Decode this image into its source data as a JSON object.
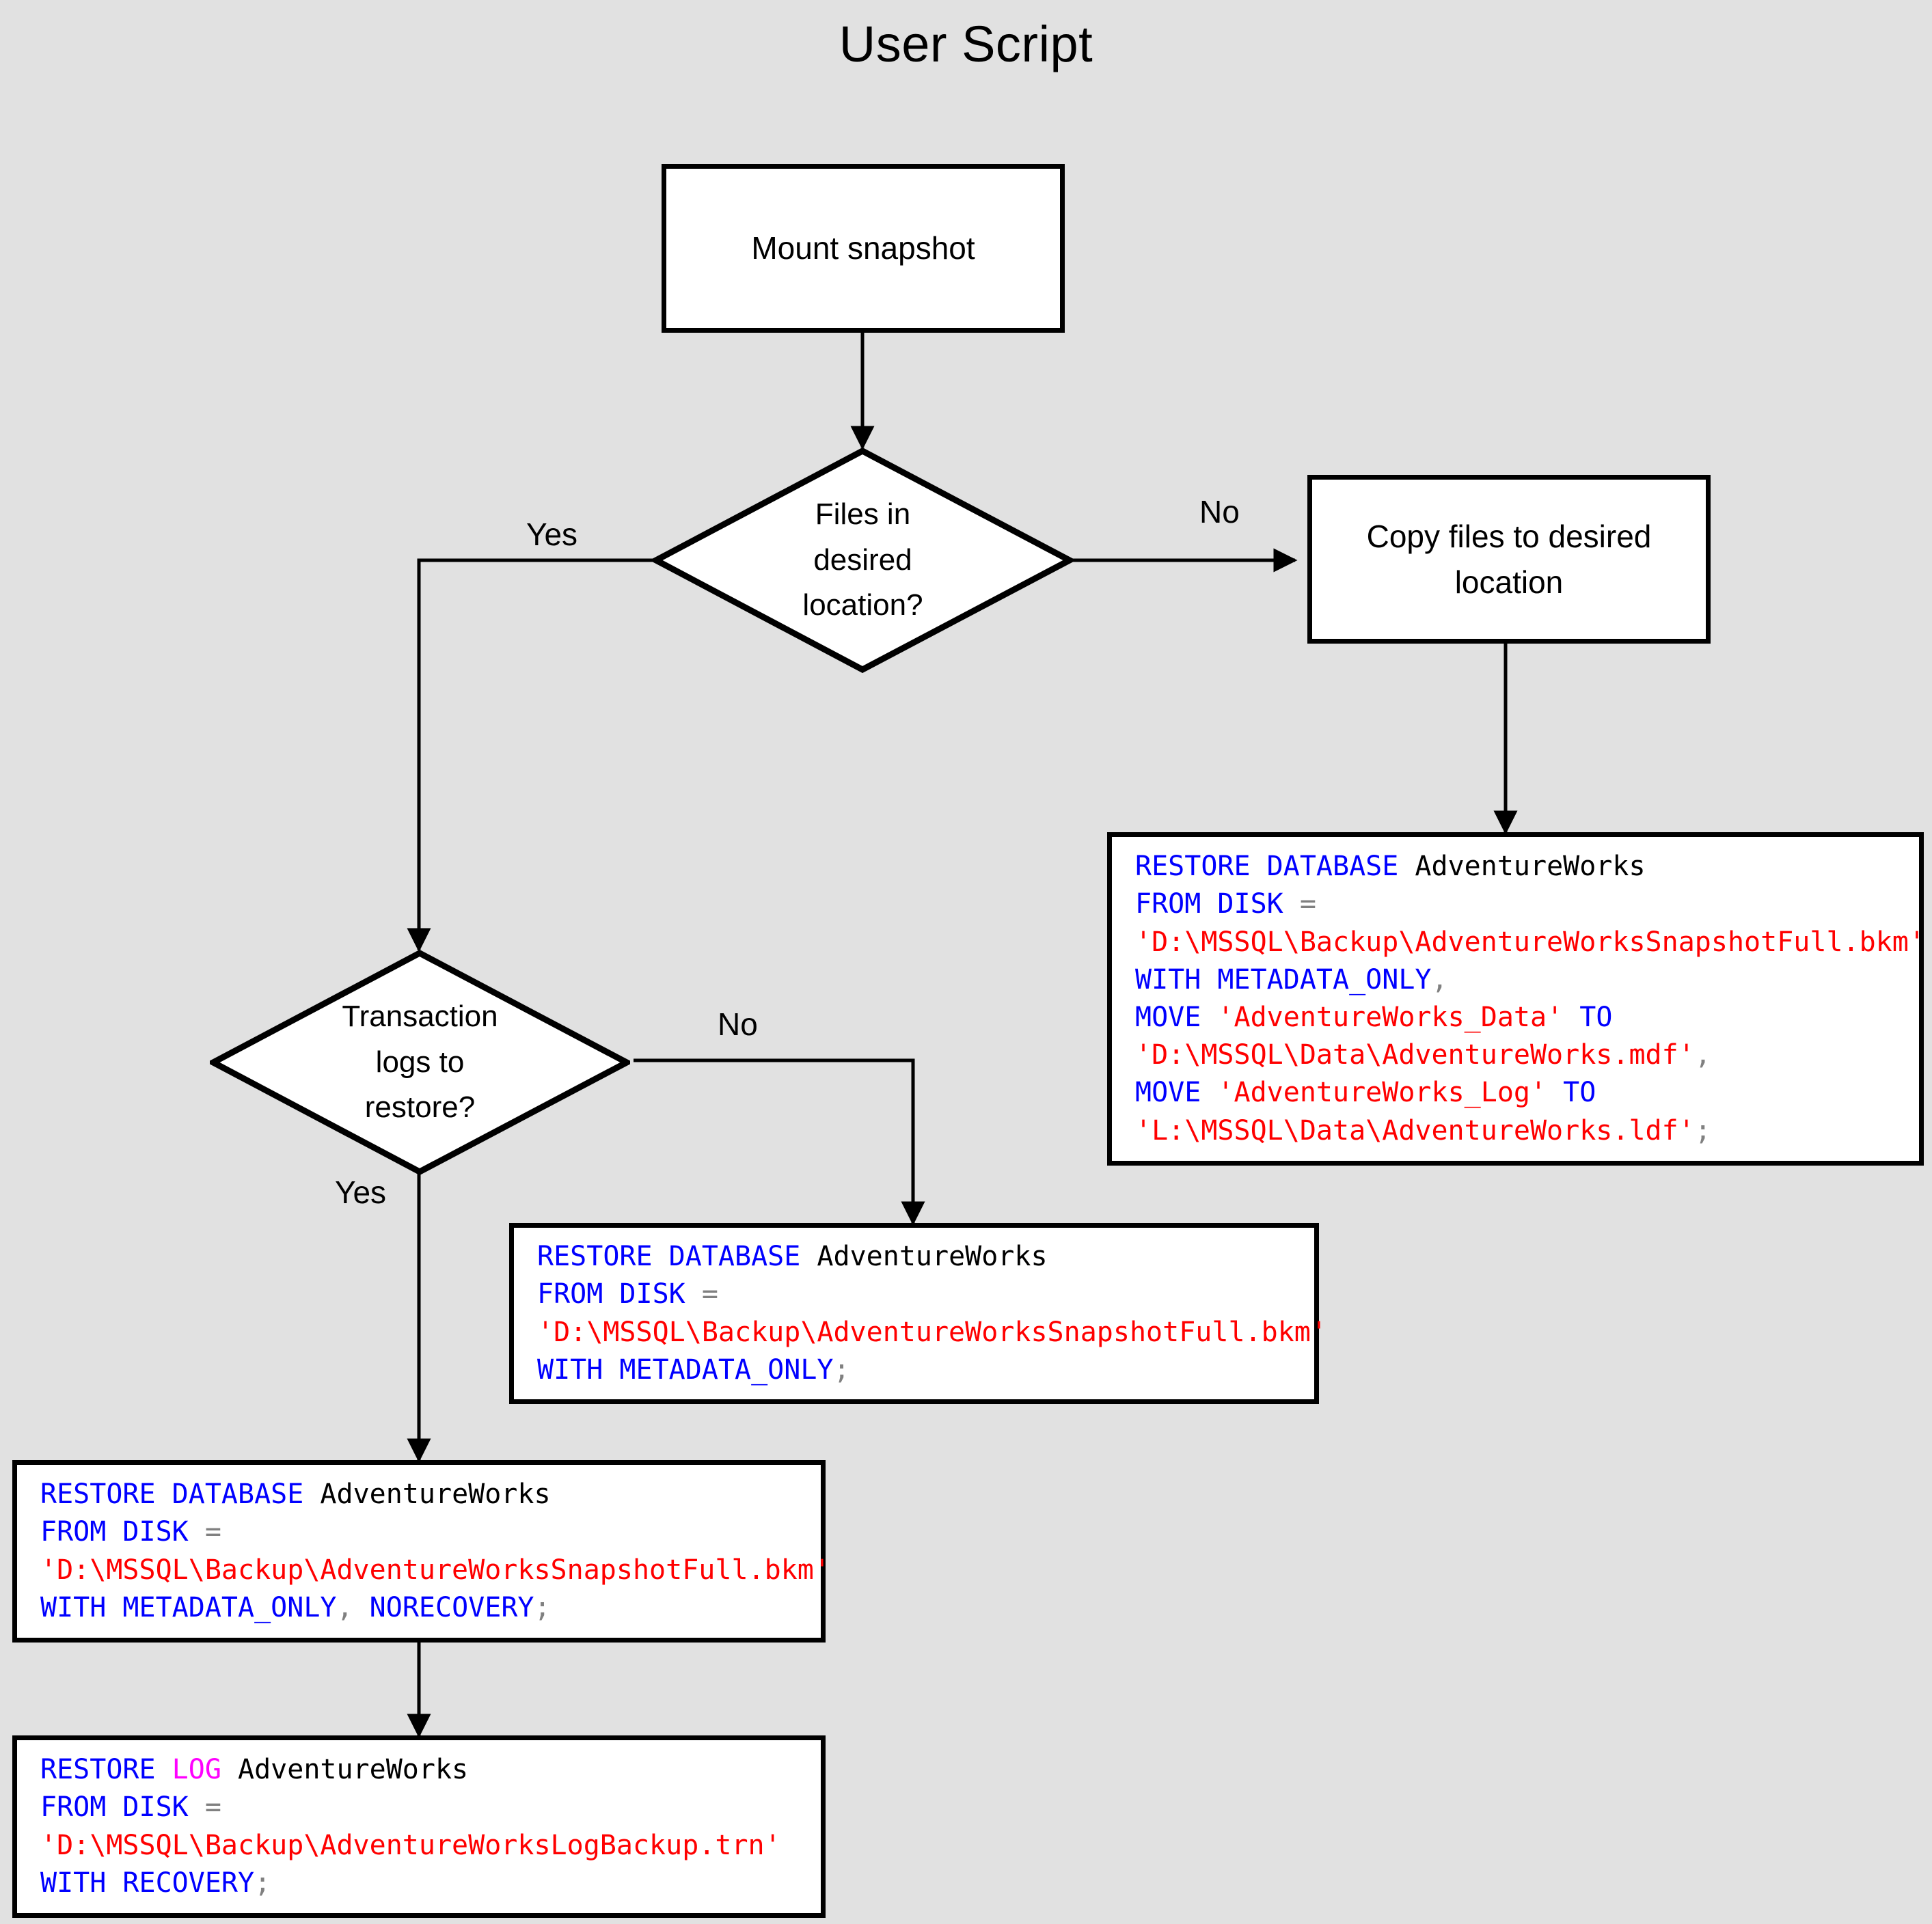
{
  "title": "User Script",
  "nodes": {
    "mount_snapshot": {
      "label": "Mount snapshot"
    },
    "files_in_desired_location": {
      "label": "Files in\ndesired\nlocation?"
    },
    "copy_files": {
      "label": "Copy files to desired\nlocation"
    },
    "transaction_logs": {
      "label": "Transaction\nlogs to\nrestore?"
    }
  },
  "edge_labels": {
    "files_yes": "Yes",
    "files_no": "No",
    "logs_no": "No",
    "logs_yes": "Yes"
  },
  "code_blocks": {
    "restore_with_move": {
      "tokens": [
        [
          [
            "kw",
            "RESTORE DATABASE "
          ],
          [
            "id",
            "AdventureWorks"
          ]
        ],
        [
          [
            "kw",
            "FROM DISK "
          ],
          [
            "op",
            "="
          ]
        ],
        [
          [
            "str",
            "'D:\\MSSQL\\Backup\\AdventureWorksSnapshotFull.bkm'"
          ]
        ],
        [
          [
            "kw",
            "WITH METADATA_ONLY"
          ],
          [
            "op",
            ","
          ]
        ],
        [
          [
            "kw",
            "MOVE "
          ],
          [
            "str",
            "'AdventureWorks_Data'"
          ],
          [
            "kw",
            " TO"
          ]
        ],
        [
          [
            "str",
            "'D:\\MSSQL\\Data\\AdventureWorks.mdf'"
          ],
          [
            "op",
            ","
          ]
        ],
        [
          [
            "kw",
            "MOVE "
          ],
          [
            "str",
            "'AdventureWorks_Log'"
          ],
          [
            "kw",
            " TO"
          ]
        ],
        [
          [
            "str",
            "'L:\\MSSQL\\Data\\AdventureWorks.ldf'"
          ],
          [
            "op",
            ";"
          ]
        ]
      ],
      "plain": "RESTORE DATABASE AdventureWorks\nFROM DISK =\n'D:\\MSSQL\\Backup\\AdventureWorksSnapshotFull.bkm'\nWITH METADATA_ONLY,\nMOVE 'AdventureWorks_Data' TO\n'D:\\MSSQL\\Data\\AdventureWorks.mdf',\nMOVE 'AdventureWorks_Log' TO\n'L:\\MSSQL\\Data\\AdventureWorks.ldf';"
    },
    "restore_metadata_only": {
      "tokens": [
        [
          [
            "kw",
            "RESTORE DATABASE "
          ],
          [
            "id",
            "AdventureWorks"
          ]
        ],
        [
          [
            "kw",
            "FROM DISK "
          ],
          [
            "op",
            "="
          ]
        ],
        [
          [
            "str",
            "'D:\\MSSQL\\Backup\\AdventureWorksSnapshotFull.bkm'"
          ]
        ],
        [
          [
            "kw",
            "WITH METADATA_ONLY"
          ],
          [
            "op",
            ";"
          ]
        ]
      ],
      "plain": "RESTORE DATABASE AdventureWorks\nFROM DISK =\n'D:\\MSSQL\\Backup\\AdventureWorksSnapshotFull.bkm'\nWITH METADATA_ONLY;"
    },
    "restore_norecovery": {
      "tokens": [
        [
          [
            "kw",
            "RESTORE DATABASE "
          ],
          [
            "id",
            "AdventureWorks"
          ]
        ],
        [
          [
            "kw",
            "FROM DISK "
          ],
          [
            "op",
            "="
          ]
        ],
        [
          [
            "str",
            "'D:\\MSSQL\\Backup\\AdventureWorksSnapshotFull.bkm'"
          ]
        ],
        [
          [
            "kw",
            "WITH METADATA_ONLY"
          ],
          [
            "op",
            ", "
          ],
          [
            "kw",
            "NORECOVERY"
          ],
          [
            "op",
            ";"
          ]
        ]
      ],
      "plain": "RESTORE DATABASE AdventureWorks\nFROM DISK =\n'D:\\MSSQL\\Backup\\AdventureWorksSnapshotFull.bkm'\nWITH METADATA_ONLY, NORECOVERY;"
    },
    "restore_log": {
      "tokens": [
        [
          [
            "kw",
            "RESTORE "
          ],
          [
            "kw2",
            "LOG "
          ],
          [
            "id",
            "AdventureWorks"
          ]
        ],
        [
          [
            "kw",
            "FROM DISK "
          ],
          [
            "op",
            "="
          ]
        ],
        [
          [
            "str",
            "'D:\\MSSQL\\Backup\\AdventureWorksLogBackup.trn'"
          ]
        ],
        [
          [
            "kw",
            "WITH RECOVERY"
          ],
          [
            "op",
            ";"
          ]
        ]
      ],
      "plain": "RESTORE LOG AdventureWorks\nFROM DISK =\n'D:\\MSSQL\\Backup\\AdventureWorksLogBackup.trn'\nWITH RECOVERY;"
    }
  },
  "colors": {
    "background": "#e1e1e1",
    "node_fill": "#ffffff",
    "stroke": "#000000",
    "keyword": "#0000ff",
    "keyword_alt": "#ff00ff",
    "string": "#ff0000",
    "punctuation": "#808080"
  }
}
